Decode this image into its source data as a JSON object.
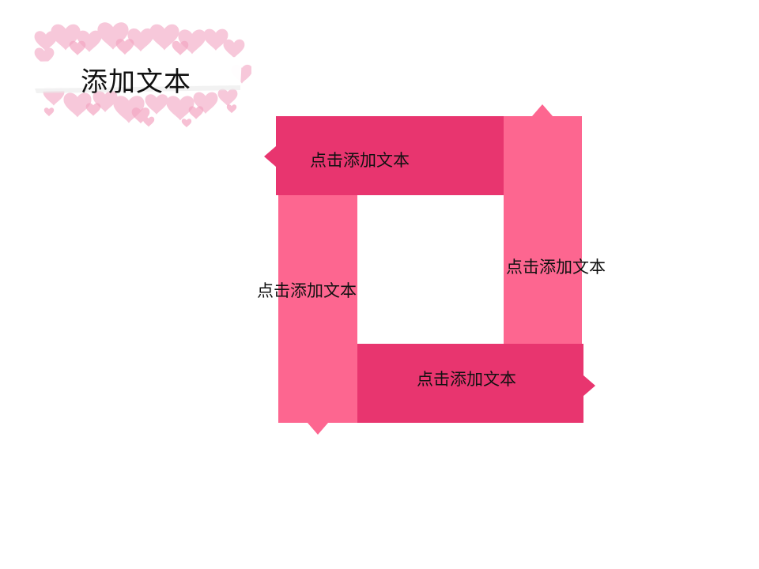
{
  "title": "添加文本",
  "blocks": {
    "top": "点击添加文本",
    "right": "点击添加文本",
    "left": "点击添加文本",
    "bottom": "点击添加文本"
  },
  "colors": {
    "dark_pink": "#e8356f",
    "light_pink": "#fd6690",
    "heart_pink": "#f7b9cf",
    "banner_white": "#ffffff"
  }
}
